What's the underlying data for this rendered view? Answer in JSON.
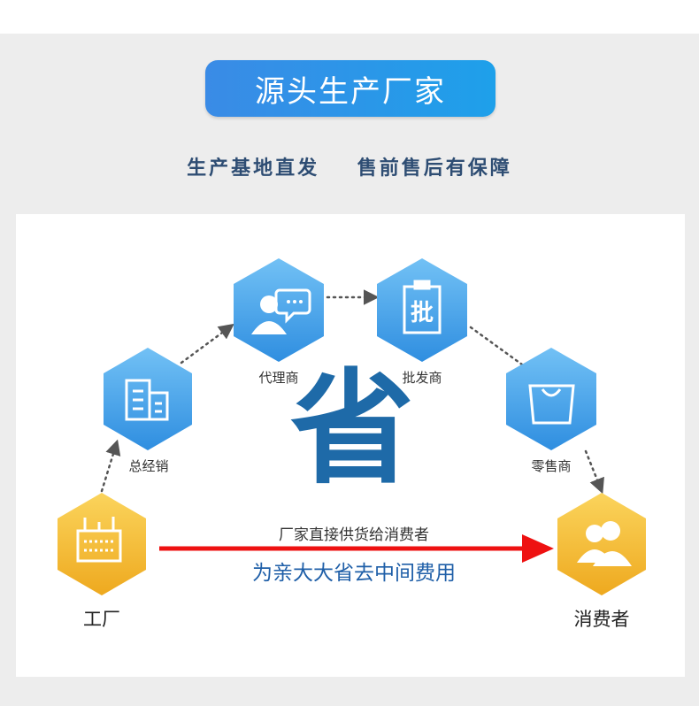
{
  "header": {
    "title": "源头生产厂家",
    "subtitle": "生产基地直发    售前售后有保障"
  },
  "diagram": {
    "center_char": "省",
    "arrow_caption": "厂家直接供货给消费者",
    "arrow_slogan": "为亲大大省去中间费用",
    "nodes": [
      {
        "label": "工厂",
        "icon": "factory-icon"
      },
      {
        "label": "总经销",
        "icon": "building-icon"
      },
      {
        "label": "代理商",
        "icon": "agent-chat-icon"
      },
      {
        "label": "批发商",
        "icon": "wholesale-clipboard-icon"
      },
      {
        "label": "零售商",
        "icon": "shopping-bag-icon"
      },
      {
        "label": "消费者",
        "icon": "users-icon"
      }
    ],
    "colors": {
      "blue_hex": "#3f9ee8",
      "gold_hex": "#f1b52e",
      "arrow": "#ee1111",
      "accent_text": "#1e6aa8"
    }
  }
}
